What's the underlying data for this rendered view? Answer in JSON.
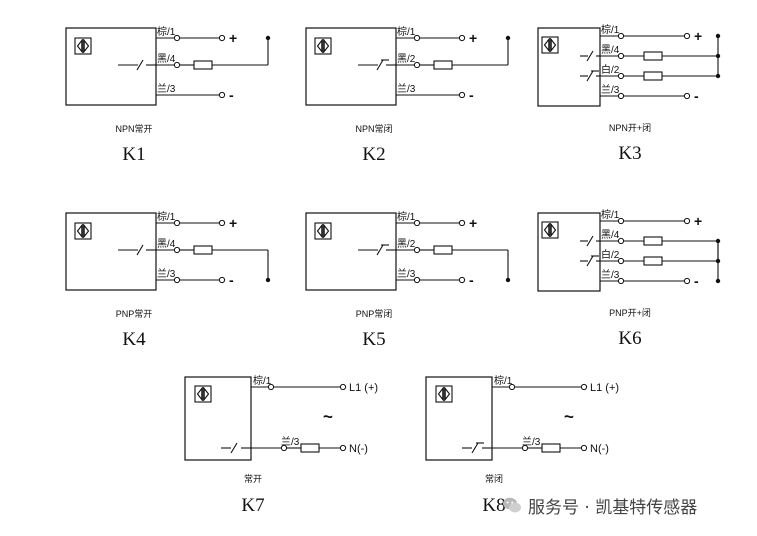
{
  "diagrams": [
    {
      "id": "K1",
      "caption": "NPN常开",
      "labels": [
        "棕/1",
        "黑/4",
        "兰/3"
      ],
      "signs": [
        "+",
        "-"
      ]
    },
    {
      "id": "K2",
      "caption": "NPN常闭",
      "labels": [
        "棕/1",
        "黑/2",
        "兰/3"
      ],
      "signs": [
        "+",
        "-"
      ]
    },
    {
      "id": "K3",
      "caption": "NPN开+闭",
      "labels": [
        "棕/1",
        "黑/4",
        "白/2",
        "兰/3"
      ],
      "signs": [
        "+",
        "-"
      ]
    },
    {
      "id": "K4",
      "caption": "PNP常开",
      "labels": [
        "棕/1",
        "黑/4",
        "兰/3"
      ],
      "signs": [
        "+",
        "-"
      ]
    },
    {
      "id": "K5",
      "caption": "PNP常闭",
      "labels": [
        "棕/1",
        "黑/2",
        "兰/3"
      ],
      "signs": [
        "+",
        "-"
      ]
    },
    {
      "id": "K6",
      "caption": "PNP开+闭",
      "labels": [
        "棕/1",
        "黑/4",
        "白/2",
        "兰/3"
      ],
      "signs": [
        "+",
        "-"
      ]
    },
    {
      "id": "K7",
      "caption": "常开",
      "labels": [
        "棕/1",
        "兰/3"
      ],
      "signs": [
        "L1 (+)",
        "N(-)"
      ],
      "tilde": "~"
    },
    {
      "id": "K8",
      "caption": "常闭",
      "labels": [
        "棕/1",
        "兰/3"
      ],
      "signs": [
        "L1 (+)",
        "N(-)"
      ],
      "tilde": "~"
    }
  ],
  "watermark": {
    "text": "服务号 · 凯基特传感器",
    "icon": "wechat-icon"
  }
}
